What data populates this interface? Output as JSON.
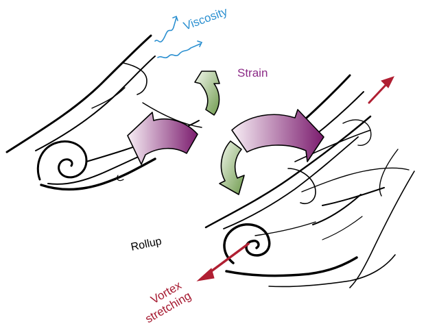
{
  "labels": {
    "viscosity": "Viscosity",
    "strain": "Strain",
    "rollup": "Rollup",
    "vortex_line1": "Vortex",
    "vortex_line2": "stretching"
  },
  "colors": {
    "viscosity": "#2a8fd0",
    "strain": "#8b2a86",
    "rollup": "#000000",
    "vortex": "#a5182f",
    "strain_arrow_green_dark": "#6e9a4c",
    "strain_arrow_green_light": "#f4f8ef",
    "strain_arrow_purple_dark": "#7b1c6e",
    "strain_arrow_purple_light": "#f7eef5",
    "stretch_arrow": "#b01f32"
  }
}
